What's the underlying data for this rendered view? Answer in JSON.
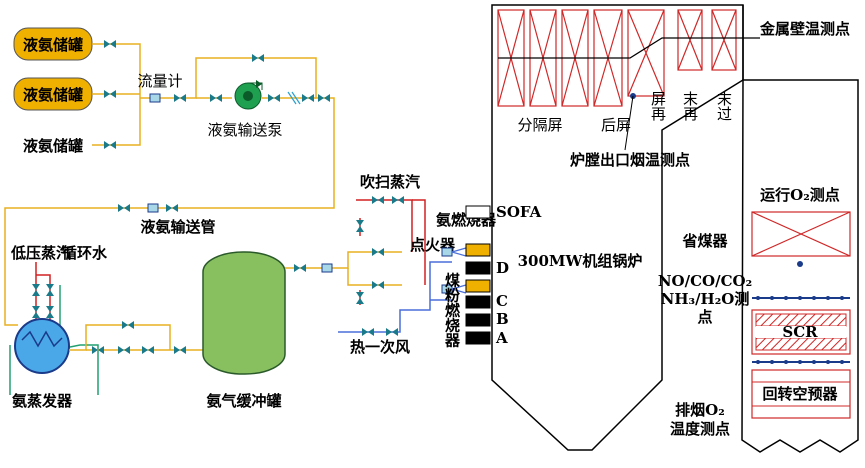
{
  "colors": {
    "ammonia_line": "#e8b020",
    "steam_line": "#d22020",
    "air_line": "#4a6fd8",
    "water_line": "#22a070",
    "boiler_wall": "#d02828",
    "tank_gold": "#f0b000",
    "buffer_green": "#88c060",
    "valve_teal": "#1a7a8a",
    "probe_blue": "#1a3a8a"
  },
  "storage": {
    "tank1": "液氨储罐",
    "tank2": "液氨储罐",
    "tank3": "液氨储罐",
    "flowmeter": "流量计",
    "pump": "液氨输送泵",
    "pipe": "液氨输送管"
  },
  "evaporator": {
    "low_pressure_steam": "低压蒸汽",
    "circulating_water": "循环水",
    "label": "氨蒸发器"
  },
  "buffer": {
    "label": "氨气缓冲罐"
  },
  "burner_area": {
    "purge_steam": "吹扫蒸汽",
    "ammonia_burner": "氨燃烧器",
    "igniter": "点火器",
    "hot_primary_air": "热一次风",
    "coal_burner": "煤粉燃烧器",
    "sofa": "SOFA",
    "levels": [
      "D",
      "C",
      "B",
      "A"
    ]
  },
  "boiler": {
    "title": "300MW机组锅炉",
    "metal_wall_probe": "金属壁温测点",
    "division_panel": "分隔屏",
    "rear_panel": "后屏",
    "screen_reheater": "屏再",
    "final_reheater": "末再",
    "final_superheater": "末过",
    "furnace_exit_probe": "炉膛出口烟温测点",
    "economizer": "省煤器",
    "o2_probe": "运行O₂测点",
    "gas_probe_line1": "NO/CO/CO₂",
    "gas_probe_line2": "NH₃/H₂O测",
    "gas_probe_line3": "点",
    "scr": "SCR",
    "air_preheater": "回转空预器",
    "exhaust_probe_line1": "排烟O₂",
    "exhaust_probe_line2": "温度测点"
  }
}
